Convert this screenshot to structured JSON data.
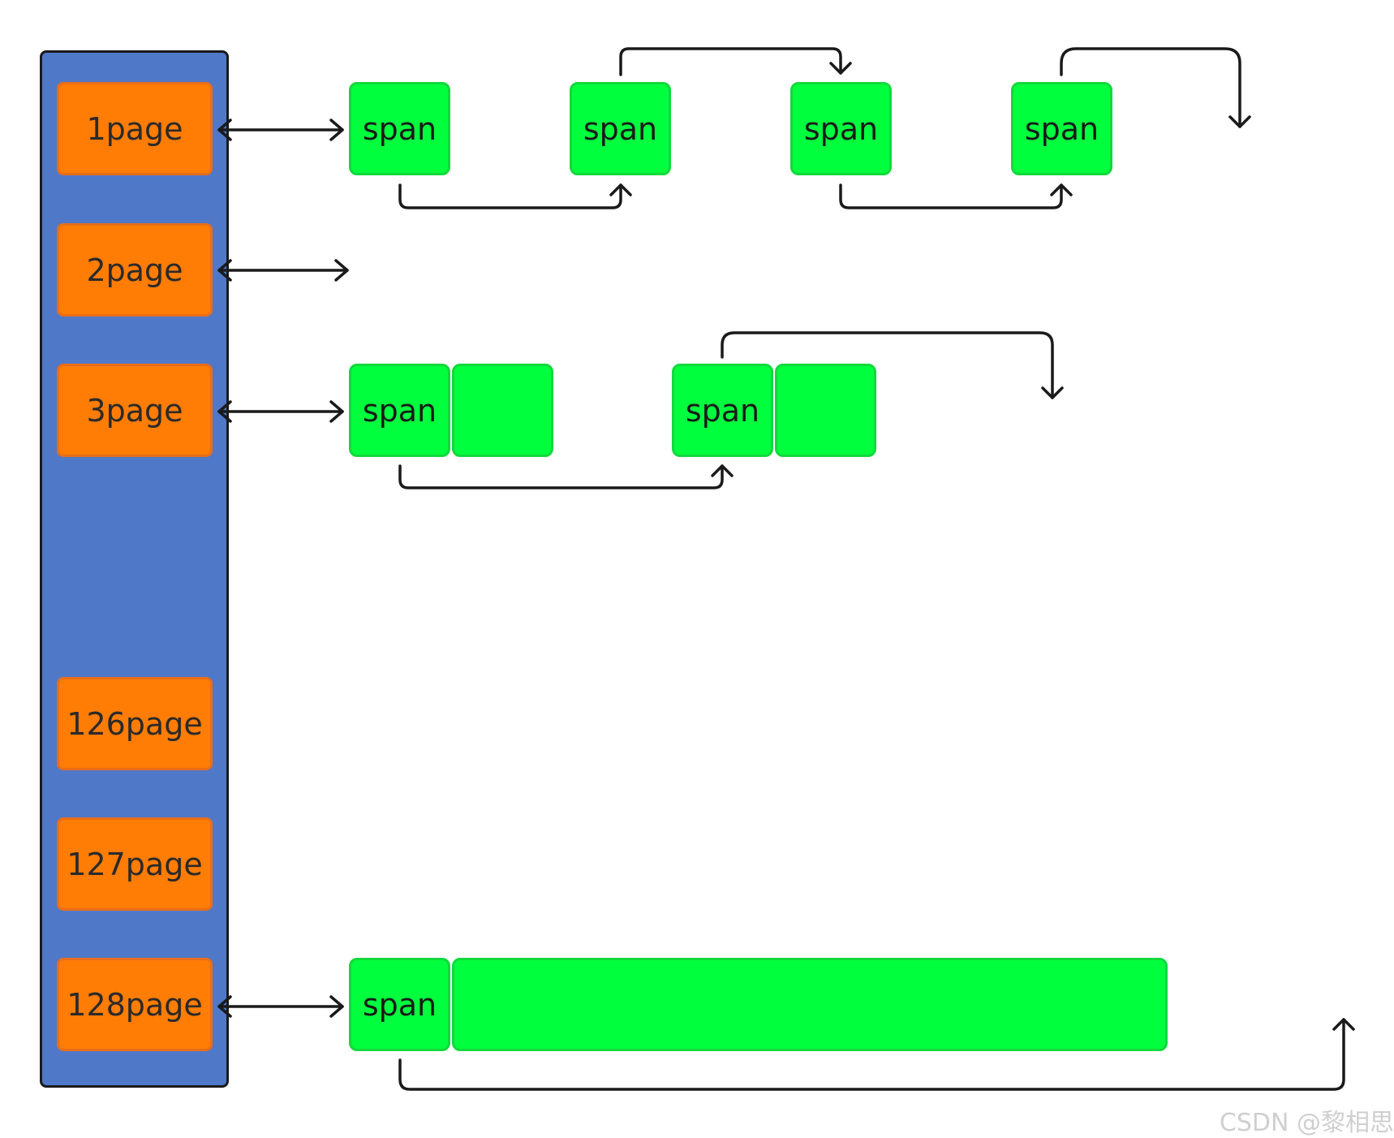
{
  "page_classes": [
    "1page",
    "2page",
    "3page",
    "126page",
    "127page",
    "128page"
  ],
  "span_label": "span",
  "watermark": "CSDN @黎相思",
  "colors": {
    "column_fill": "#5078c8",
    "page_fill": "#ff7c05",
    "span_fill": "#00ff3c",
    "arrow": "#1a1a1a"
  }
}
